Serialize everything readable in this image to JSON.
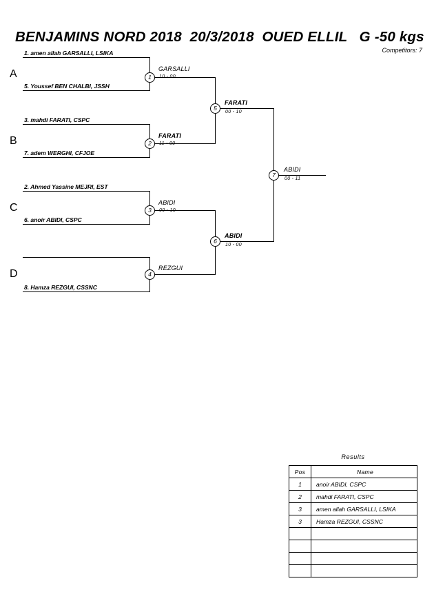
{
  "header": {
    "title": "BENJAMINS NORD 2018  20/3/2018  OUED ELLIL   G -50 kgs",
    "competitors_label": "Competitors: 7"
  },
  "bracket": {
    "groups": [
      {
        "letter": "A",
        "slots": [
          {
            "label": "1. amen allah GARSALLI, LSIKA"
          },
          {
            "label": "5. Youssef BEN CHALBI, JSSH"
          }
        ]
      },
      {
        "letter": "B",
        "slots": [
          {
            "label": "3. mahdi FARATI, CSPC"
          },
          {
            "label": "7. adem WERGHI, CFJOE"
          }
        ]
      },
      {
        "letter": "C",
        "slots": [
          {
            "label": "2. Ahmed Yassine MEJRI, EST"
          },
          {
            "label": "6. anoir ABIDI, CSPC"
          }
        ]
      },
      {
        "letter": "D",
        "slots": [
          {
            "label": ""
          },
          {
            "label": "8. Hamza REZGUI, CSSNC"
          }
        ]
      }
    ],
    "matches": [
      {
        "number": "1",
        "winner": "GARSALLI",
        "score": "10 - 00",
        "bold": false
      },
      {
        "number": "2",
        "winner": "FARATI",
        "score": "11 - 00",
        "bold": true
      },
      {
        "number": "3",
        "winner": "ABIDI",
        "score": "00 - 10",
        "bold": false
      },
      {
        "number": "4",
        "winner": "REZGUI",
        "score": "",
        "bold": false
      },
      {
        "number": "5",
        "winner": "FARATI",
        "score": "00 - 10",
        "bold": true
      },
      {
        "number": "6",
        "winner": "ABIDI",
        "score": "10 - 00",
        "bold": true
      },
      {
        "number": "7",
        "winner": "ABIDI",
        "score": "00 - 11",
        "bold": false
      }
    ]
  },
  "results": {
    "title": "Results",
    "columns": [
      "Pos",
      "Name"
    ],
    "rows": [
      {
        "pos": "1",
        "name": "anoir ABIDI, CSPC"
      },
      {
        "pos": "2",
        "name": "mahdi FARATI, CSPC"
      },
      {
        "pos": "3",
        "name": "amen allah GARSALLI, LSIKA"
      },
      {
        "pos": "3",
        "name": "Hamza REZGUI, CSSNC"
      },
      {
        "pos": "",
        "name": ""
      },
      {
        "pos": "",
        "name": ""
      },
      {
        "pos": "",
        "name": ""
      },
      {
        "pos": "",
        "name": ""
      }
    ]
  }
}
